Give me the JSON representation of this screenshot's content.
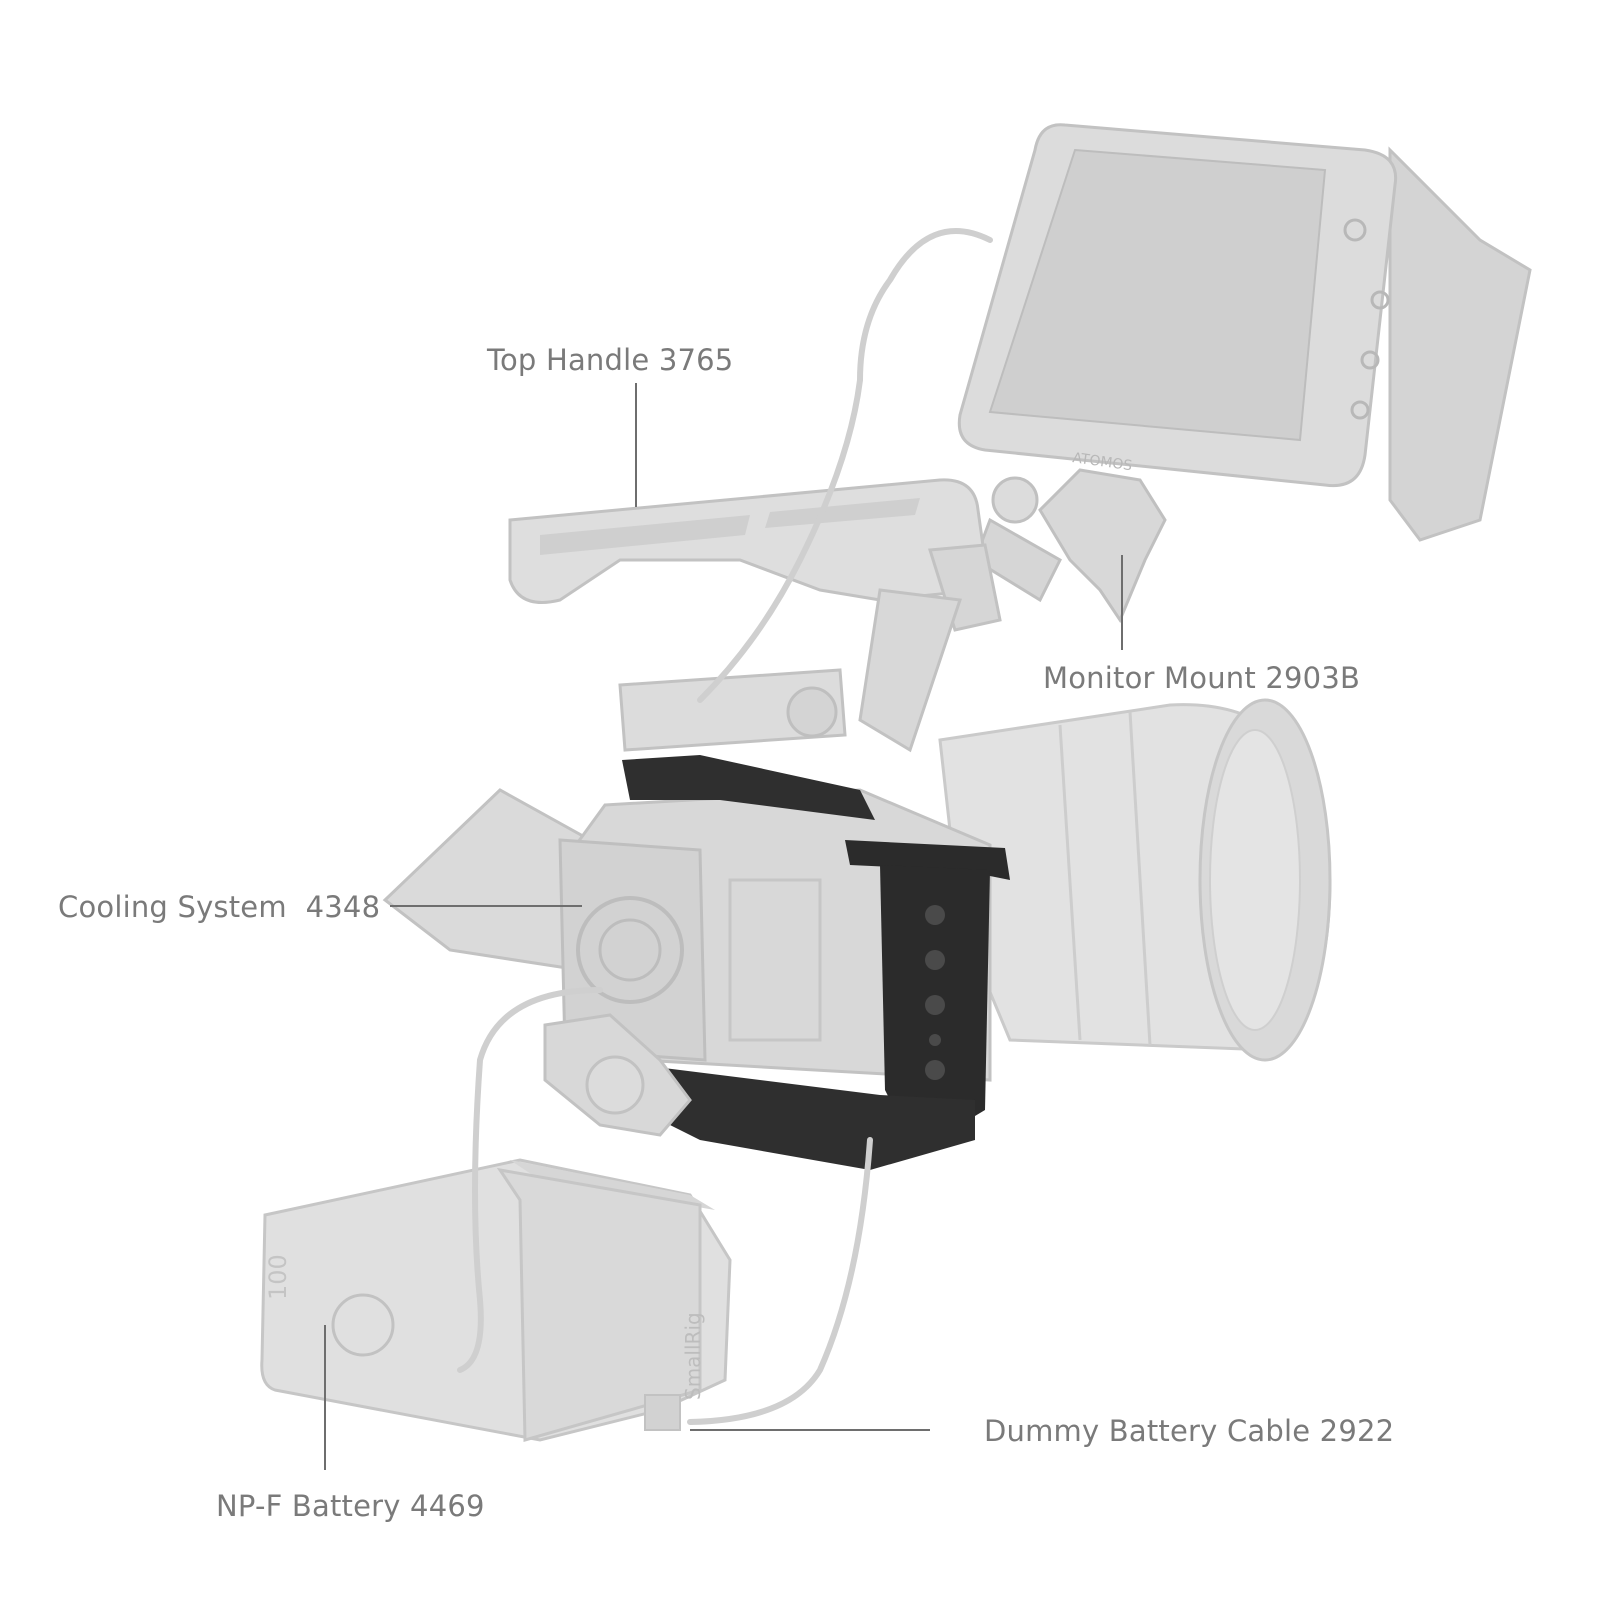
{
  "callouts": {
    "top_handle": "Top Handle 3765",
    "monitor_mount": "Monitor Mount 2903B",
    "cooling_system": "Cooling System  4348",
    "dummy_battery_cable": "Dummy Battery Cable 2922",
    "npf_battery": "NP-F Battery 4469"
  },
  "product_marks": {
    "monitor_brand": "ATOMOS",
    "battery_brand": "SmallRig",
    "battery_readout": "100"
  },
  "colors": {
    "accessory_gray": "#dcdcdc",
    "accessory_outline": "#c2c2c2",
    "cage_black": "#2b2b2b",
    "label_gray": "#7a7a7a",
    "leader_line": "#6e6e6e"
  }
}
